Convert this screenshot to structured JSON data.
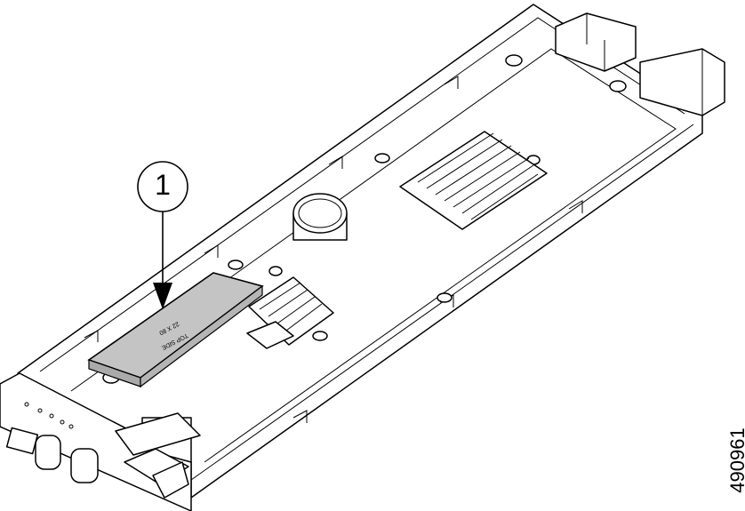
{
  "callout": {
    "number": "1"
  },
  "module_label": {
    "line1": "TOP SIDE",
    "line2": "22 X 80"
  },
  "figure_id": "490961",
  "colors": {
    "module_fill": "#c4c4c4",
    "line": "#000000"
  }
}
